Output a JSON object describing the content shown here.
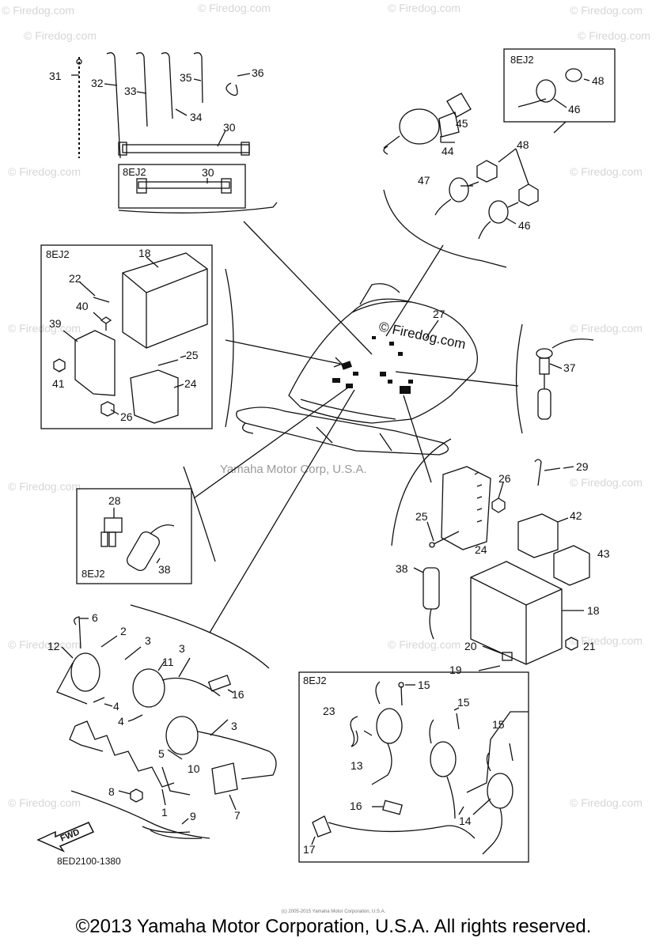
{
  "diagram": {
    "part_code": "8ED2100-1380",
    "fwd_label": "FWD",
    "variant_label": "8EJ2",
    "center_watermark": "Yamaha Motor Corp, U.S.A.",
    "firedog_mark": "© Firedog.com",
    "bg_watermark": "© Firedog.com",
    "callouts": {
      "c1": "1",
      "c2": "2",
      "c3": "3",
      "c4": "4",
      "c5": "5",
      "c6": "6",
      "c7": "7",
      "c8": "8",
      "c9": "9",
      "c10": "10",
      "c11": "11",
      "c12": "12",
      "c13": "13",
      "c14": "14",
      "c15": "15",
      "c16": "16",
      "c17": "17",
      "c18": "18",
      "c19": "19",
      "c20": "20",
      "c21": "21",
      "c22": "22",
      "c23": "23",
      "c24": "24",
      "c25": "25",
      "c26": "26",
      "c27": "27",
      "c28": "28",
      "c29": "29",
      "c30": "30",
      "c31": "31",
      "c32": "32",
      "c33": "33",
      "c34": "34",
      "c35": "35",
      "c36": "36",
      "c37": "37",
      "c38": "38",
      "c39": "39",
      "c40": "40",
      "c41": "41",
      "c42": "42",
      "c43": "43",
      "c44": "44",
      "c45": "45",
      "c46": "46",
      "c47": "47",
      "c48": "48"
    }
  },
  "footer": {
    "small_print": "(c) 2005-2015 Yamaha Motor Corporation, U.S.A.",
    "copyright": "©2013 Yamaha Motor Corporation, U.S.A. All rights reserved."
  }
}
